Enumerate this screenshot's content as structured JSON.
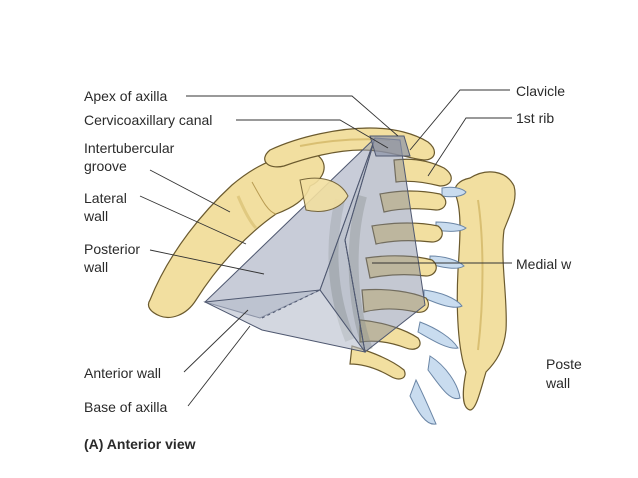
{
  "figure": {
    "caption": "(A) Anterior view",
    "labels": {
      "apex_of_axilla": "Apex of axilla",
      "cervicoaxillary_canal": "Cervicoaxillary canal",
      "intertubercular_groove": [
        "Intertubercular",
        "groove"
      ],
      "lateral_wall": [
        "Lateral",
        "wall"
      ],
      "posterior_wall": [
        "Posterior",
        "wall"
      ],
      "anterior_wall": "Anterior wall",
      "base_of_axilla": "Base of axilla",
      "clavicle": "Clavicle",
      "first_rib": "1st rib",
      "medial_wall": "Medial w",
      "posterior_wall_right": [
        "Poste",
        "wall"
      ]
    },
    "colors": {
      "bone": "#f2dfa0",
      "bone_shadow": "#d9bf72",
      "bone_outline": "#6b5a2e",
      "cartilage": "#c9dcef",
      "pyramid": "#9aa3b8",
      "pyramid_dark": "#6f7a93",
      "leader_line": "#333333"
    }
  }
}
